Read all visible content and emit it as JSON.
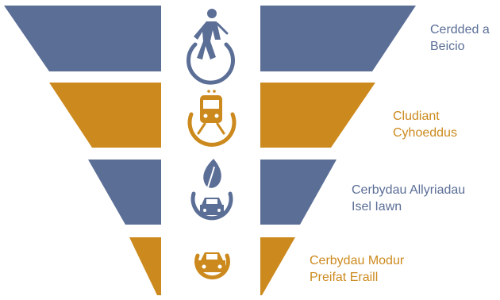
{
  "colors": {
    "blue": "#5b6e96",
    "orange": "#cc8a1e"
  },
  "tiers": [
    {
      "icon": "walking-person-icon",
      "color": "#5b6e96",
      "label_lines": [
        "Cerdded a",
        "Beicio"
      ]
    },
    {
      "icon": "train-icon",
      "color": "#cc8a1e",
      "label_lines": [
        "Cludiant",
        "Cyhoeddus"
      ]
    },
    {
      "icon": "leaf-car-icon",
      "color": "#5b6e96",
      "label_lines": [
        "Cerbydau Allyriadau",
        "Isel Iawn"
      ]
    },
    {
      "icon": "car-icon",
      "color": "#cc8a1e",
      "label_lines": [
        "Cerbydau Modur",
        "Preifat Eraill"
      ]
    }
  ]
}
